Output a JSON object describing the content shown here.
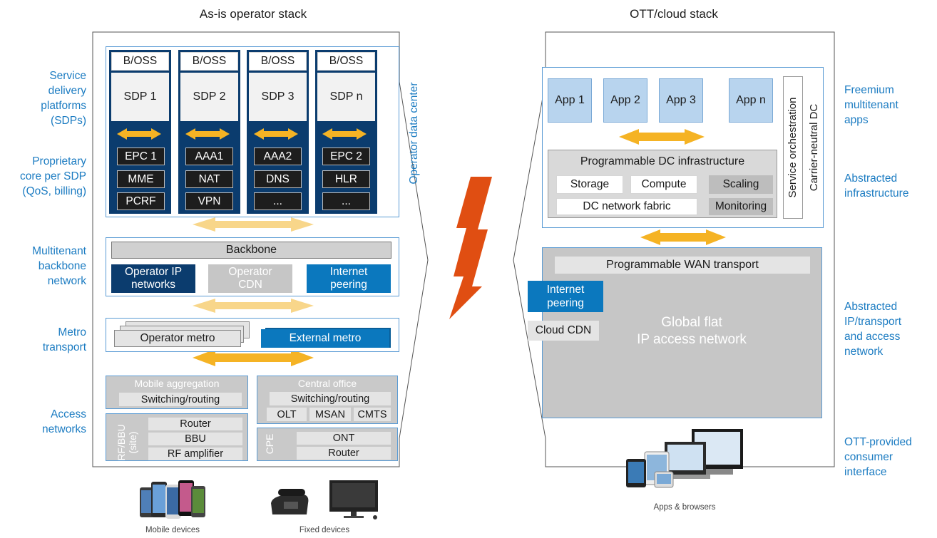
{
  "titles": {
    "left": "As-is operator stack",
    "right": "OTT/cloud stack"
  },
  "left_labels": [
    {
      "text": "Service\ndelivery\nplatforms\n(SDPs)"
    },
    {
      "text": "Proprietary\ncore per SDP\n(QoS, billing)"
    },
    {
      "text": "Multitenant\nbackbone\nnetwork"
    },
    {
      "text": "Metro\ntransport"
    },
    {
      "text": "Access\nnetworks"
    }
  ],
  "right_labels": [
    {
      "text": "Freemium\nmultitenant\napps"
    },
    {
      "text": "Abstracted\ninfrastructure"
    },
    {
      "text": "Abstracted\nIP/transport\nand access\nnetwork"
    },
    {
      "text": "OTT-provided\nconsumer\ninterface"
    }
  ],
  "operator_dc_label": "Operator data center",
  "sdp_columns": [
    {
      "boss": "B/OSS",
      "sdp": "SDP 1",
      "core": [
        "EPC 1",
        "MME",
        "PCRF"
      ]
    },
    {
      "boss": "B/OSS",
      "sdp": "SDP 2",
      "core": [
        "AAA1",
        "NAT",
        "VPN"
      ]
    },
    {
      "boss": "B/OSS",
      "sdp": "SDP 3",
      "core": [
        "AAA2",
        "DNS",
        "..."
      ]
    },
    {
      "boss": "B/OSS",
      "sdp": "SDP n",
      "core": [
        "EPC 2",
        "HLR",
        "..."
      ]
    }
  ],
  "backbone": {
    "title": "Backbone",
    "operator_ip": "Operator IP\nnetworks",
    "operator_cdn": "Operator\nCDN",
    "internet_peering": "Internet\npeering"
  },
  "metro": {
    "operator": "Operator metro",
    "external": "External metro"
  },
  "access": {
    "mobile_aggregation": "Mobile aggregation",
    "switching_routing_1": "Switching/routing",
    "central_office": "Central office",
    "switching_routing_2": "Switching/routing",
    "olt": "OLT",
    "msan": "MSAN",
    "cmts": "CMTS",
    "rf_bbu": "RF/BBU\n(site)",
    "router_1": "Router",
    "bbu": "BBU",
    "rf_amplifier": "RF amplifier",
    "cpe": "CPE",
    "ont": "ONT",
    "router_2": "Router"
  },
  "devices": {
    "mobile": "Mobile devices",
    "fixed": "Fixed devices",
    "apps_browsers": "Apps & browsers"
  },
  "cloud": {
    "apps": [
      "App 1",
      "App 2",
      "App 3",
      "App n"
    ],
    "service_orchestration": "Service orchestration",
    "carrier_neutral_dc": "Carrier-neutral DC",
    "programmable_dc": "Programmable DC infrastructure",
    "storage": "Storage",
    "compute": "Compute",
    "scaling": "Scaling",
    "dc_fabric": "DC network fabric",
    "monitoring": "Monitoring",
    "programmable_wan": "Programmable WAN transport",
    "internet_peering": "Internet\npeering",
    "cloud_cdn": "Cloud CDN",
    "global_flat": "Global flat\nIP access network"
  },
  "colors": {
    "accent_blue": "#1c7cc2",
    "navy": "#0b3c6e",
    "bright_blue": "#0b78be",
    "lightning": "#e04e12",
    "arrow": "#f5b324"
  }
}
